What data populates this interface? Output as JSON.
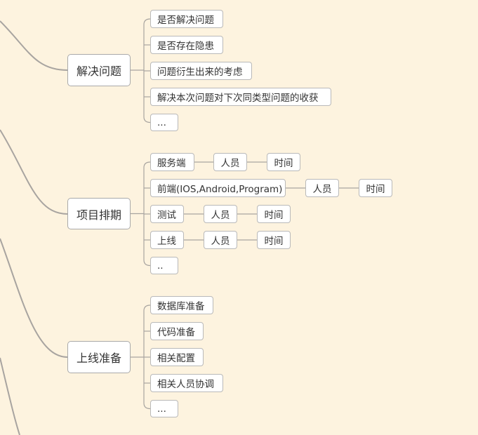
{
  "mindmap": {
    "sections": [
      {
        "id": "s1",
        "label": "解决问题",
        "children": [
          {
            "id": "s1c1",
            "label": "是否解决问题"
          },
          {
            "id": "s1c2",
            "label": "是否存在隐患"
          },
          {
            "id": "s1c3",
            "label": "问题衍生出来的考虑"
          },
          {
            "id": "s1c4",
            "label": "解决本次问题对下次同类型问题的收获"
          },
          {
            "id": "s1c5",
            "label": "..."
          }
        ]
      },
      {
        "id": "s2",
        "label": "项目排期",
        "children": [
          {
            "id": "s2c1",
            "label": "服务端",
            "people": "人员",
            "time": "时间"
          },
          {
            "id": "s2c2",
            "label": "前端(IOS,Android,Program)",
            "people": "人员",
            "time": "时间"
          },
          {
            "id": "s2c3",
            "label": "测试",
            "people": "人员",
            "time": "时间"
          },
          {
            "id": "s2c4",
            "label": "上线",
            "people": "人员",
            "time": "时间"
          },
          {
            "id": "s2c5",
            "label": ".."
          }
        ]
      },
      {
        "id": "s3",
        "label": "上线准备",
        "children": [
          {
            "id": "s3c1",
            "label": "数据库准备"
          },
          {
            "id": "s3c2",
            "label": "代码准备"
          },
          {
            "id": "s3c3",
            "label": "相关配置"
          },
          {
            "id": "s3c4",
            "label": "相关人员协调"
          },
          {
            "id": "s3c5",
            "label": "..."
          }
        ]
      }
    ],
    "colors": {
      "background": "#fdf3df",
      "node_fill": "#ffffff",
      "node_border": "#b9b9b9",
      "line": "#a8a4a0",
      "text": "#333333"
    }
  }
}
